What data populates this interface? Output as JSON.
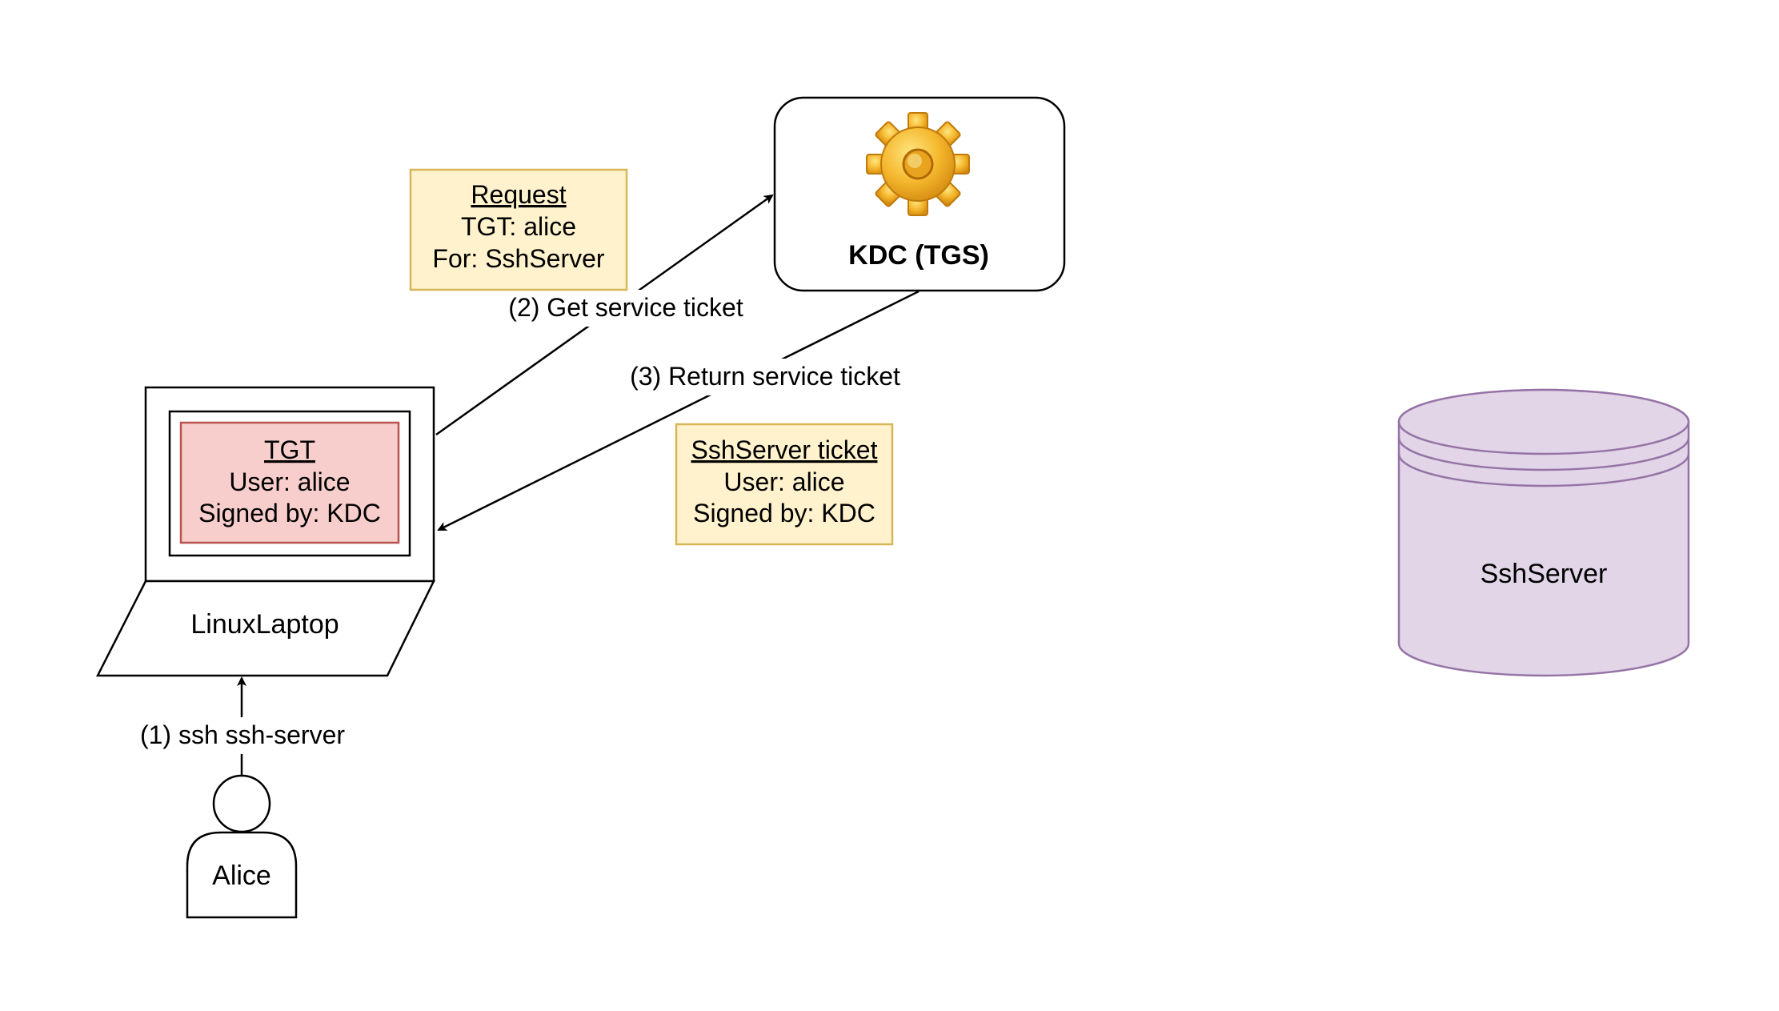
{
  "kdc": {
    "label": "KDC (TGS)",
    "icon": "gear-icon"
  },
  "request_note": {
    "title": "Request",
    "line1": "TGT: alice",
    "line2": "For: SshServer",
    "fill": "#FFF2CC",
    "stroke": "#D6B656"
  },
  "tgt_note": {
    "title": "TGT",
    "line1": "User: alice",
    "line2": "Signed by: KDC",
    "fill": "#F8CECC",
    "stroke": "#B85450"
  },
  "service_ticket_note": {
    "title": "SshServer ticket",
    "line1": "User: alice",
    "line2": "Signed by: KDC",
    "fill": "#FFF2CC",
    "stroke": "#D6B656"
  },
  "laptop": {
    "label": "LinuxLaptop"
  },
  "server": {
    "label": "SshServer",
    "fill": "#E1D5E7",
    "stroke": "#9673A6"
  },
  "user": {
    "label": "Alice"
  },
  "edges": {
    "step1": "(1) ssh ssh-server",
    "step2": "(2) Get service ticket",
    "step3": "(3) Return service ticket"
  }
}
